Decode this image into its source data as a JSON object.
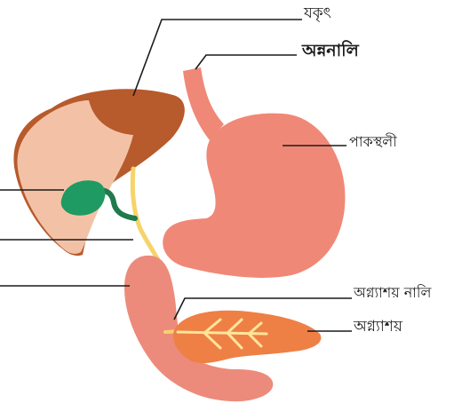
{
  "labels": {
    "liver": "যকৃৎ",
    "esophagus": "অন্ননালি",
    "stomach": "পাকস্থলী",
    "pancreatic_duct": "অগ্ন্যাশয় নালি",
    "pancreas": "অগ্ন্যাশয়"
  },
  "colors": {
    "liver_dark": "#b75a2c",
    "liver_light": "#f3c2a6",
    "liver_outline": "#a8502a",
    "stomach": "#f08877",
    "intestine": "#ec8b7b",
    "gallbladder": "#1f9a63",
    "bile_duct": "#f6d36b",
    "pancreas": "#ee8046",
    "pancreas_vein": "#ffe59a",
    "leader_line": "#1a1a1a"
  }
}
